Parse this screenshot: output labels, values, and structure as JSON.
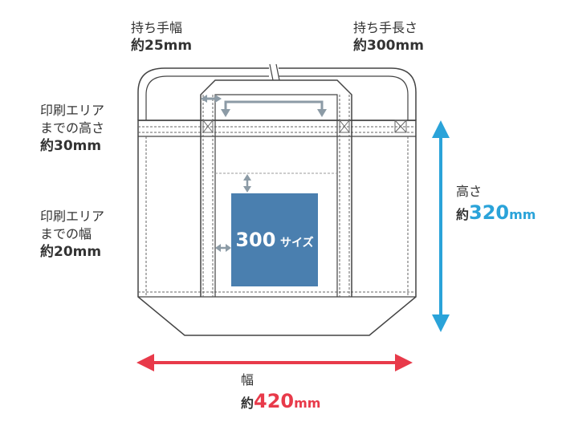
{
  "labels": {
    "handle_width": {
      "line1": "持ち手幅",
      "line2": "約25mm"
    },
    "handle_length": {
      "line1": "持ち手長さ",
      "line2": "約300mm"
    },
    "print_top": {
      "line1": "印刷エリア",
      "line2": "までの高さ",
      "line3": "約30mm"
    },
    "print_side": {
      "line1": "印刷エリア",
      "line2": "までの幅",
      "line3": "約20mm"
    },
    "height": {
      "title": "高さ",
      "prefix": "約",
      "value": "320",
      "unit": "mm"
    },
    "width": {
      "title": "幅",
      "prefix": "約",
      "value": "420",
      "unit": "mm"
    }
  },
  "print_area": {
    "number": "300",
    "suffix": "サイズ"
  },
  "colors": {
    "outline": "#444444",
    "print_area": "#4a7faf",
    "measure_gray": "#8c9ba6",
    "height_arrow": "#2aa3d9",
    "width_arrow": "#e83a4a"
  }
}
